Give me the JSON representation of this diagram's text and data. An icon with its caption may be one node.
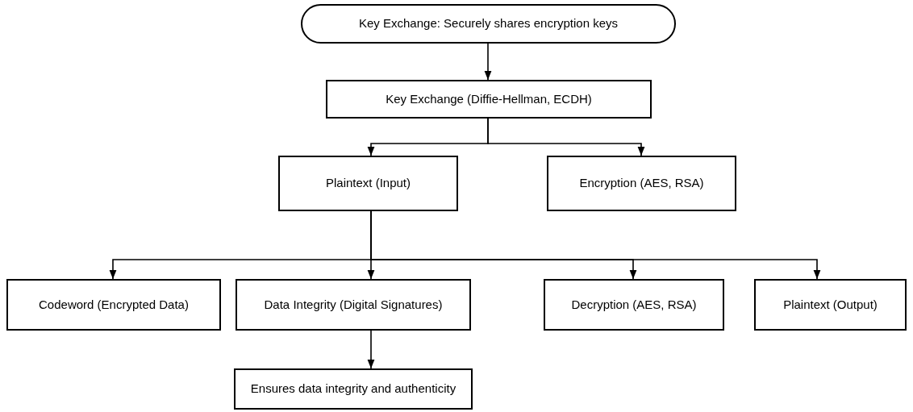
{
  "diagram": {
    "nodes": [
      {
        "text": [
          "Key Exchange: Securely shares encryption keys"
        ]
      },
      {
        "text": [
          "Key Exchange (Diffie-Hellman, ECDH)"
        ]
      },
      {
        "text": [
          "Plaintext (Input)"
        ]
      },
      {
        "text": [
          "Encryption (AES, RSA)"
        ]
      },
      {
        "text": [
          "Codeword (Encrypted Data)"
        ]
      },
      {
        "text": [
          "Data Integrity (Digital Signatures)"
        ]
      },
      {
        "text": [
          "Decryption (AES, RSA)"
        ]
      },
      {
        "text": [
          "Plaintext (Output)"
        ]
      },
      {
        "text": [
          "Ensures data integrity and authenticity"
        ]
      }
    ],
    "edges": [
      {
        "from": 0,
        "to": 1,
        "arrow": "to"
      },
      {
        "from": 1,
        "to": 2,
        "arrow": "to"
      },
      {
        "from": 1,
        "to": 3,
        "arrow": "to"
      },
      {
        "from": 2,
        "to": 4,
        "arrow": "to"
      },
      {
        "from": 2,
        "to": 5,
        "arrow": "to"
      },
      {
        "from": 2,
        "to": 6,
        "arrow": "to"
      },
      {
        "from": 2,
        "to": 7,
        "arrow": "to"
      },
      {
        "from": 5,
        "to": 8,
        "arrow": "to"
      }
    ]
  }
}
